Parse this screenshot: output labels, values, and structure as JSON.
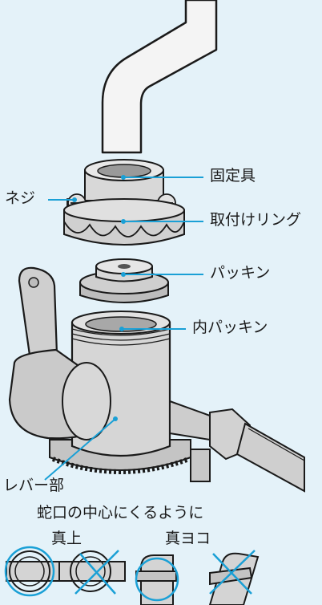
{
  "labels": {
    "fixture": "固定具",
    "screw": "ネジ",
    "mounting_ring": "取付けリング",
    "packing": "パッキン",
    "inner_packing": "内パッキン",
    "lever": "レバー部"
  },
  "instruction": "蛇口の中心にくるように",
  "orientation": {
    "vertical": "真上",
    "horizontal": "真ヨコ"
  },
  "colors": {
    "background": "#e4f2f9",
    "leader_line": "#1aa0d6",
    "check_circle": "#1aa0d6",
    "cross_mark": "#1aa0d6",
    "part_fill": "#d4d4d4"
  }
}
